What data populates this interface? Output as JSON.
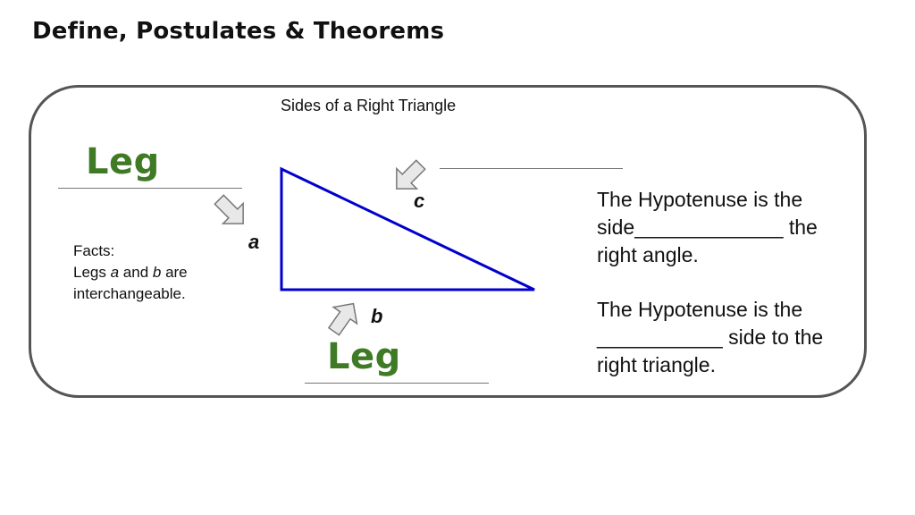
{
  "page": {
    "title": "Define, Postulates & Theorems"
  },
  "diagram": {
    "title": "Sides of a Right Triangle",
    "leg_label_top": "Leg",
    "leg_label_bottom": "Leg",
    "side_a": "a",
    "side_b": "b",
    "side_c": "c",
    "triangle_color": "#0000cc",
    "leg_color": "#3f7a24"
  },
  "facts": {
    "heading": "Facts:",
    "line_prefix": "Legs ",
    "var_a": "a",
    "and_word": " and ",
    "var_b": "b",
    "line_suffix": " are interchangeable."
  },
  "statements": {
    "s1_line1": "The Hypotenuse is the",
    "s1_line2": "side_____________ the",
    "s1_line3": "right angle.",
    "s2_line1": "The Hypotenuse is the",
    "s2_line2": "___________ side to the",
    "s2_line3": "right triangle."
  }
}
